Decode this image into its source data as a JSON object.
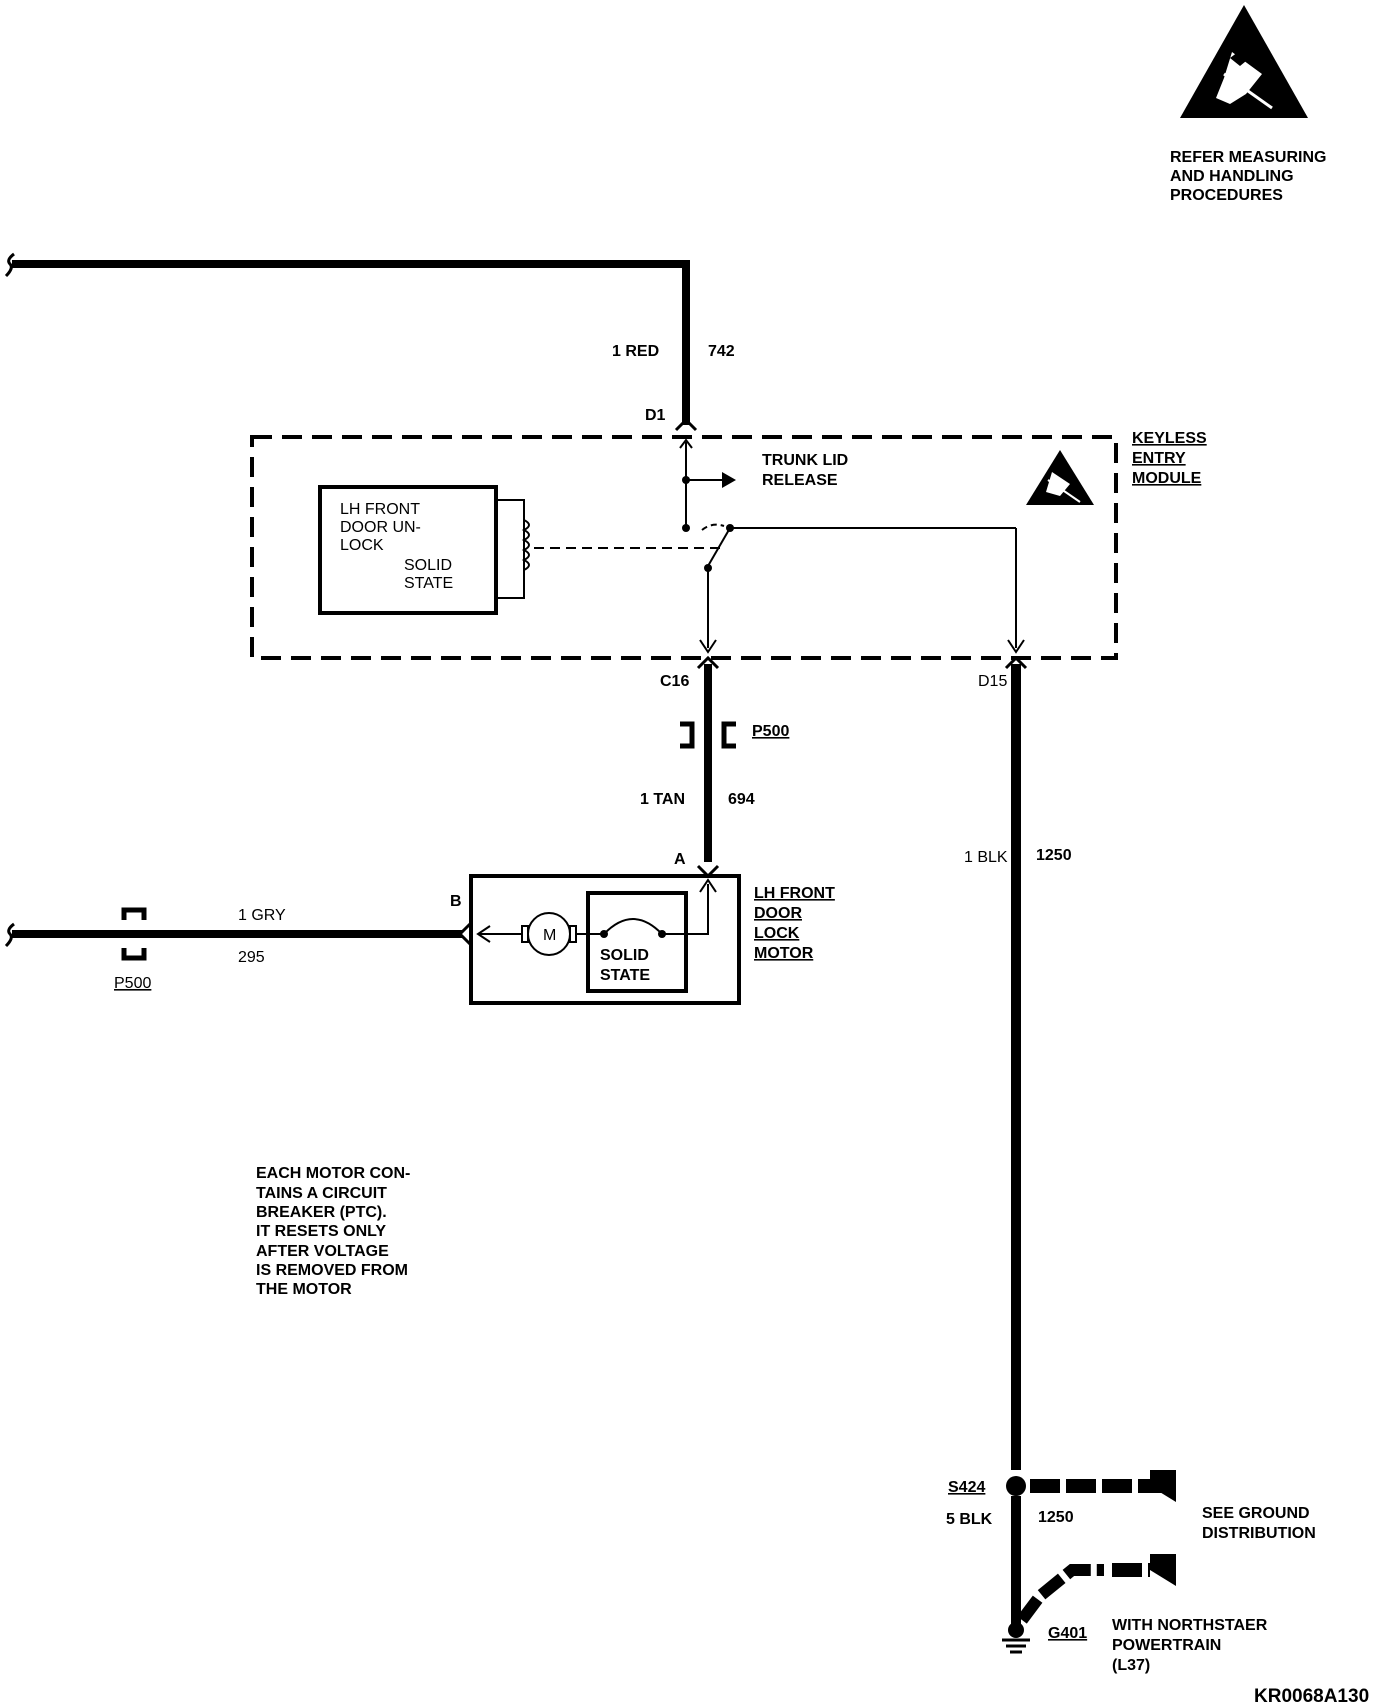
{
  "esd_notice": [
    "REFER MEASURING",
    "AND HANDLING",
    "PROCEDURES"
  ],
  "wires": {
    "top": {
      "gauge_color": "1 RED",
      "circuit": "742"
    },
    "c16": {
      "gauge_color": "1 TAN",
      "circuit": "694"
    },
    "d15": {
      "gauge_color": "1 BLK",
      "circuit": "1250"
    },
    "gray": {
      "gauge_color": "1 GRY",
      "circuit": "295"
    },
    "ground": {
      "gauge_color": "5 BLK",
      "circuit": "1250"
    }
  },
  "pins": {
    "d1": "D1",
    "c16": "C16",
    "d15": "D15",
    "a": "A",
    "b": "B"
  },
  "connectors": {
    "p500_a": "P500",
    "p500_b": "P500"
  },
  "keyless_module": {
    "title": [
      "KEYLESS",
      "ENTRY",
      "MODULE"
    ],
    "trunk_release": [
      "TRUNK LID",
      "RELEASE"
    ],
    "unlock_box": [
      "LH FRONT",
      "DOOR UN-",
      "LOCK"
    ],
    "solid_state": [
      "SOLID",
      "STATE"
    ]
  },
  "motor": {
    "title": [
      "LH FRONT",
      "DOOR",
      "LOCK",
      "MOTOR"
    ],
    "symbol": "M",
    "solid_state": [
      "SOLID",
      "STATE"
    ]
  },
  "note": [
    "EACH MOTOR CON-",
    "TAINS A CIRCUIT",
    "BREAKER (PTC).",
    "IT RESETS ONLY",
    "AFTER VOLTAGE",
    "IS REMOVED FROM",
    "THE MOTOR"
  ],
  "splice": "S424",
  "ground_point": "G401",
  "ground_dist": [
    "SEE GROUND",
    "DISTRIBUTION"
  ],
  "northstar": [
    "WITH NORTHSTAER",
    "POWERTRAIN",
    "(L37)"
  ],
  "figure_code": "KR0068A130"
}
